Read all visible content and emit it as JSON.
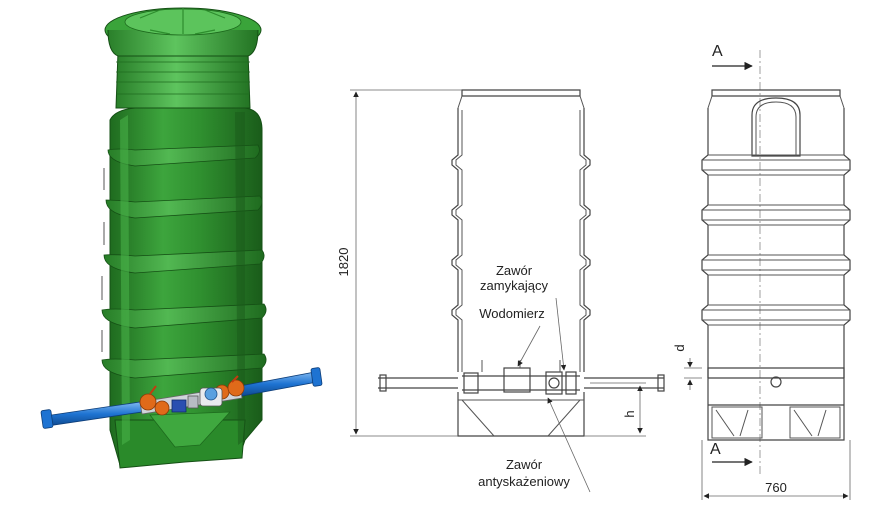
{
  "labels": {
    "valve_closing_line1": "Zawór",
    "valve_closing_line2": "zamykający",
    "water_meter": "Wodomierz",
    "valve_backflow_line1": "Zawór",
    "valve_backflow_line2": "antyskażeniowy",
    "section_top": "A",
    "section_bottom": "A"
  },
  "dimensions": {
    "height": "1820",
    "width": "760",
    "d": "d",
    "h": "h"
  },
  "colors": {
    "tank_green": "#2f8f2f",
    "tank_green_dark": "#1f6b1f",
    "tank_green_light": "#4fb04f",
    "pipe_blue": "#1e73d2",
    "fitting_orange": "#e06a1a",
    "fitting_gray": "#b8bcc4"
  }
}
